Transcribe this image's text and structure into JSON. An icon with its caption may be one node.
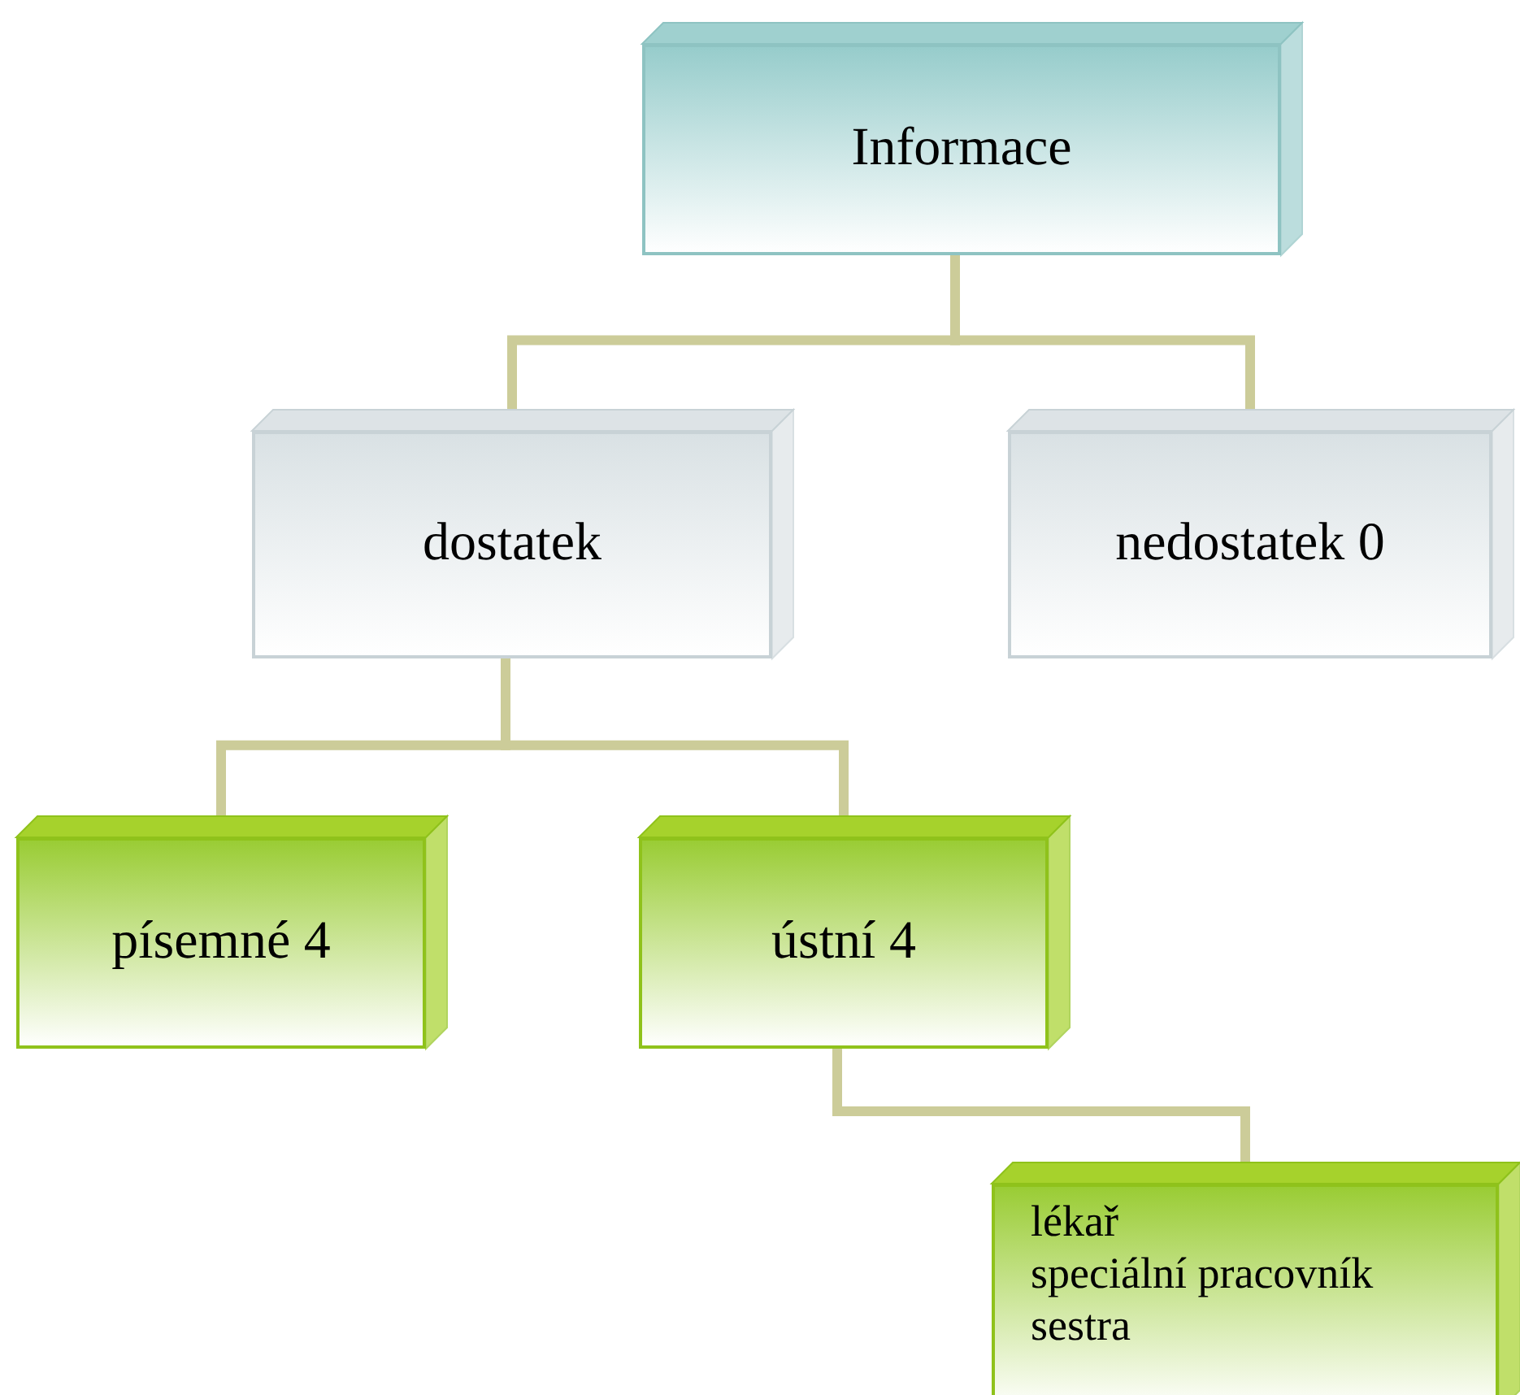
{
  "diagram": {
    "nodes": [
      {
        "text": [
          "Informace"
        ]
      },
      {
        "text": [
          "dostatek"
        ]
      },
      {
        "text": [
          "nedostatek 0"
        ]
      },
      {
        "text": [
          "písemné 4"
        ]
      },
      {
        "text": [
          "ústní 4"
        ]
      },
      {
        "text": [
          "lékař",
          "speciální pracovník",
          "sestra"
        ]
      }
    ],
    "edges": [
      {
        "from": 0,
        "to": 1,
        "arrow": "none"
      },
      {
        "from": 0,
        "to": 2,
        "arrow": "none"
      },
      {
        "from": 1,
        "to": 3,
        "arrow": "none"
      },
      {
        "from": 1,
        "to": 4,
        "arrow": "none"
      },
      {
        "from": 4,
        "to": 5,
        "arrow": "none"
      }
    ]
  }
}
